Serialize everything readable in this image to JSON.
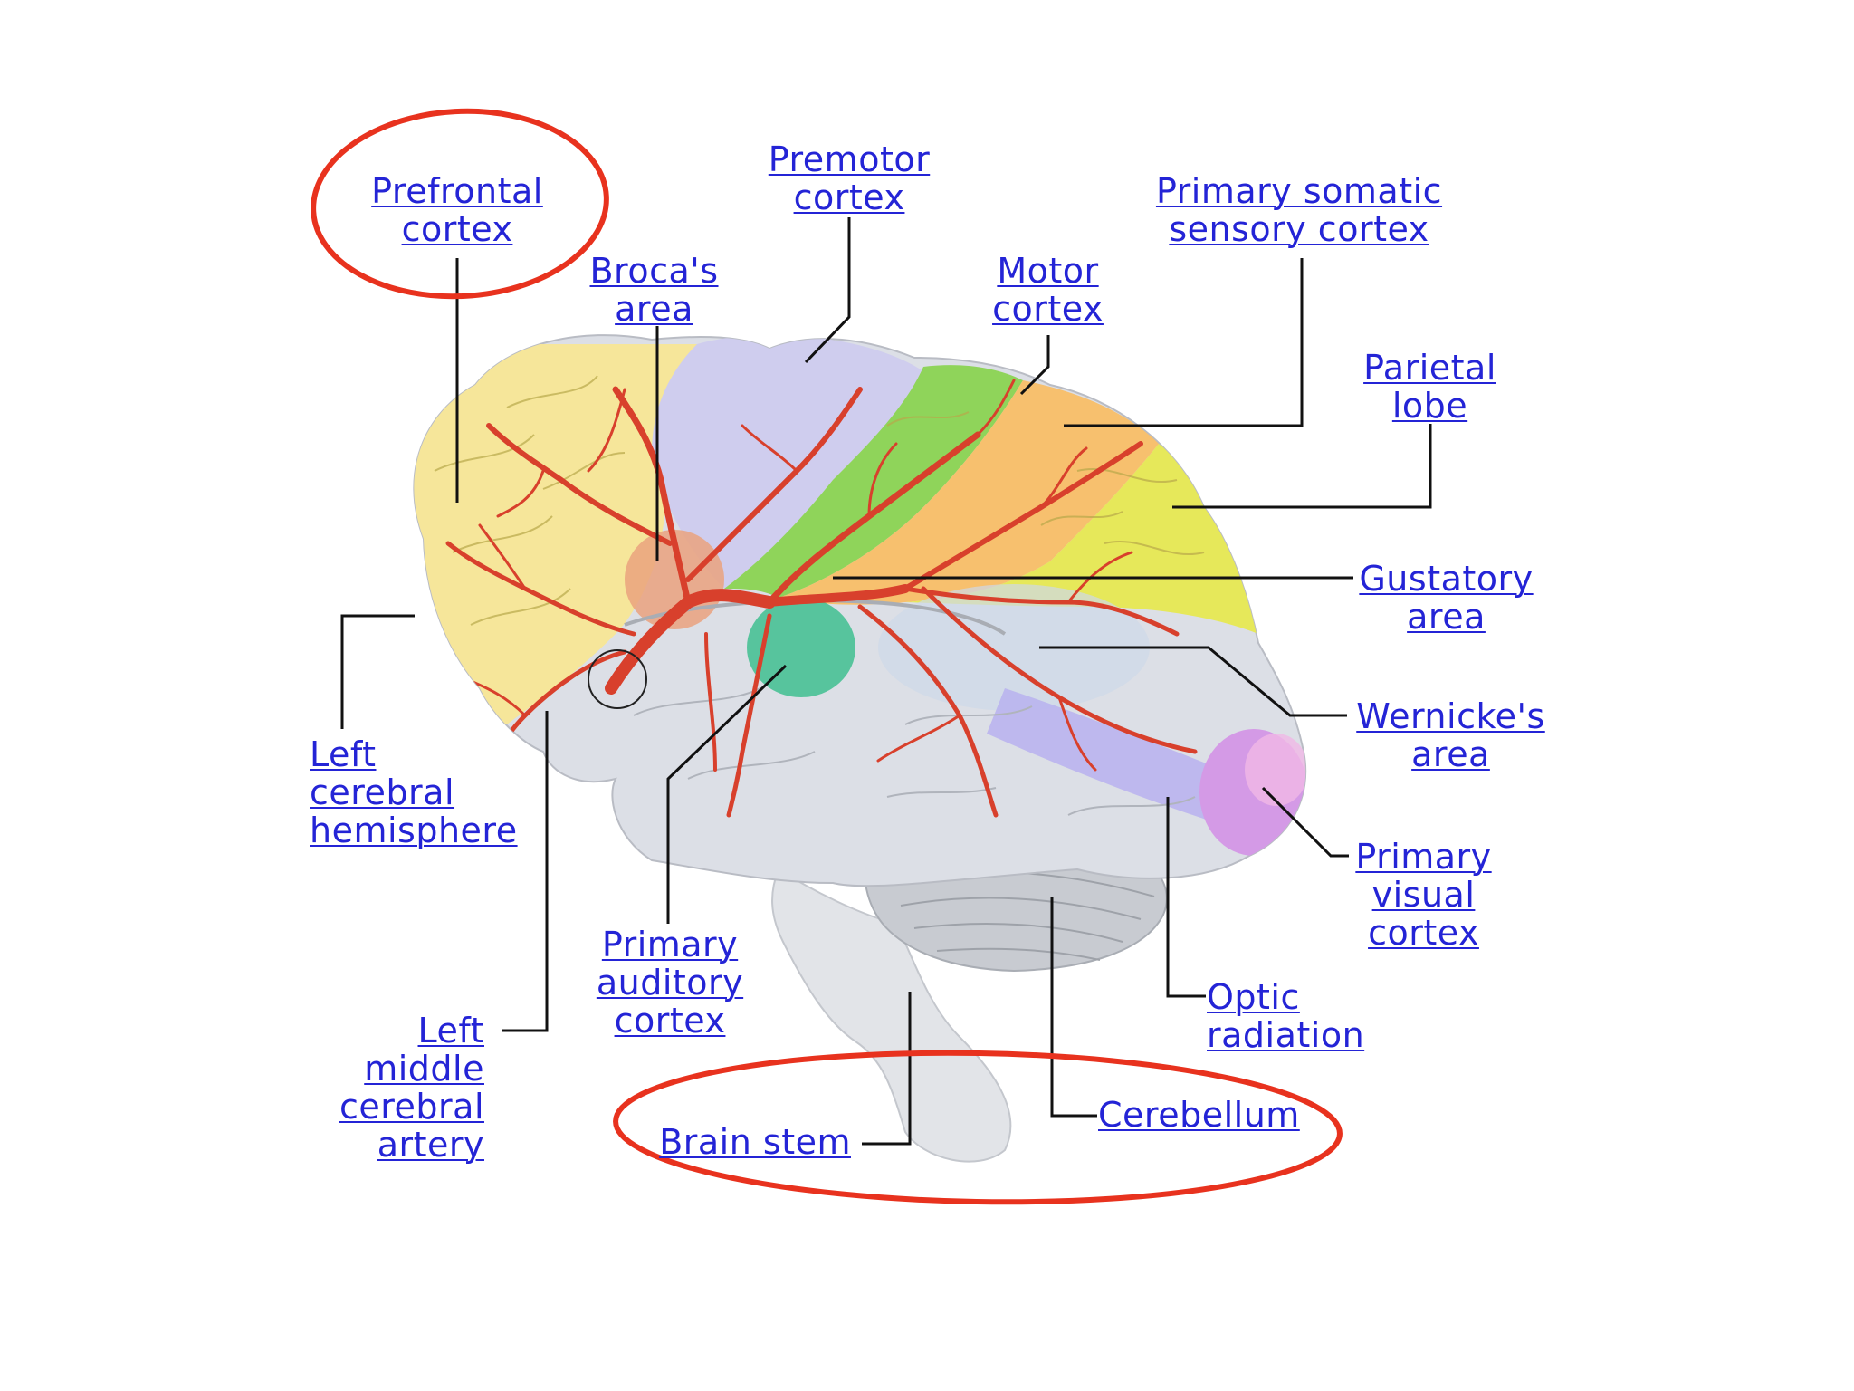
{
  "labels": {
    "prefrontal_cortex": [
      "Prefrontal",
      "cortex"
    ],
    "premotor_cortex": [
      "Premotor",
      "cortex"
    ],
    "primary_somatic_sensory_cortex": [
      "Primary somatic",
      "sensory cortex"
    ],
    "brocas_area": [
      "Broca's",
      "area"
    ],
    "motor_cortex": [
      "Motor",
      "cortex"
    ],
    "parietal_lobe": [
      "Parietal",
      "lobe"
    ],
    "gustatory_area": [
      "Gustatory",
      "area"
    ],
    "wernickes_area": [
      "Wernicke's",
      "area"
    ],
    "primary_visual_cortex": [
      "Primary",
      "visual",
      "cortex"
    ],
    "optic_radiation": [
      "Optic",
      "radiation"
    ],
    "cerebellum": [
      "Cerebellum"
    ],
    "brain_stem": [
      "Brain stem"
    ],
    "primary_auditory_cortex": [
      "Primary",
      "auditory",
      "cortex"
    ],
    "left_cerebral_hemisphere": [
      "Left",
      "cerebral",
      "hemisphere"
    ],
    "left_middle_cerebral_artery": [
      "Left",
      "middle",
      "cerebral",
      "artery"
    ]
  },
  "colors": {
    "link": "#2424d6",
    "highlight_ellipse": "#e8321e",
    "artery": "#d8402c",
    "prefrontal": "#f6e69a",
    "premotor": "#cfcdee",
    "motor": "#8fd45a",
    "somatic_sensory": "#f7c06e",
    "parietal": "#e6e85a",
    "temporal": "#dcdfe6",
    "auditory": "#3fbf8f",
    "visual": "#d49ae6",
    "optic_radiation": "#b9b2ee",
    "cerebellum": "#c8cbd1",
    "brain_stem": "#e2e4e8",
    "leader_line": "#111111"
  }
}
